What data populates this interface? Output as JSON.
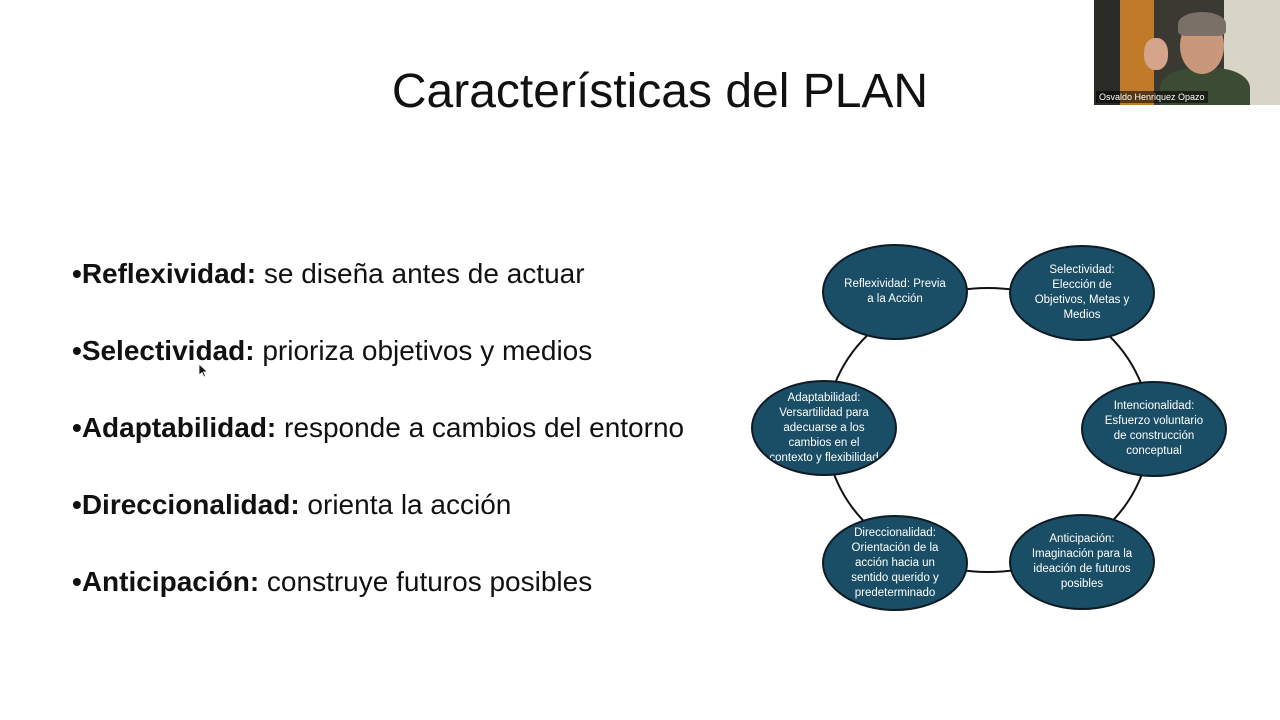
{
  "slide": {
    "title": "Características del PLAN",
    "bullets": [
      {
        "dot": "•",
        "term": "Reflexividad:",
        "text": " se diseña antes de actuar"
      },
      {
        "dot": "•",
        "term": "Selectividad:",
        "text": " prioriza objetivos y medios"
      },
      {
        "dot": "•",
        "term": "Adaptabilidad:",
        "text": " responde a cambios del entorno"
      },
      {
        "dot": "•",
        "term": "Direccionalidad:",
        "text": " orienta la acción"
      },
      {
        "dot": "•",
        "term": "Anticipación:",
        "text": " construye futuros posibles"
      }
    ]
  },
  "cycle": {
    "node_color": "#1a4e66",
    "nodes": [
      {
        "label": "Reflexividad: Previa a la Acción"
      },
      {
        "label": "Selectividad: Elección de Objetivos, Metas y Medios"
      },
      {
        "label": "Intencionalidad: Esfuerzo voluntario de construcción conceptual"
      },
      {
        "label": "Anticipación: Imaginación para la ideación de futuros posibles"
      },
      {
        "label": "Direccionalidad: Orientación de la acción hacia un sentido querido y predeterminado"
      },
      {
        "label": "Adaptabilidad: Versartilidad para adecuarse a los cambios en el contexto y flexibilidad"
      }
    ]
  },
  "video": {
    "participant_name": "Osvaldo Henriquez Opazo"
  },
  "cursor": {
    "icon": "arrow-cursor-icon"
  }
}
